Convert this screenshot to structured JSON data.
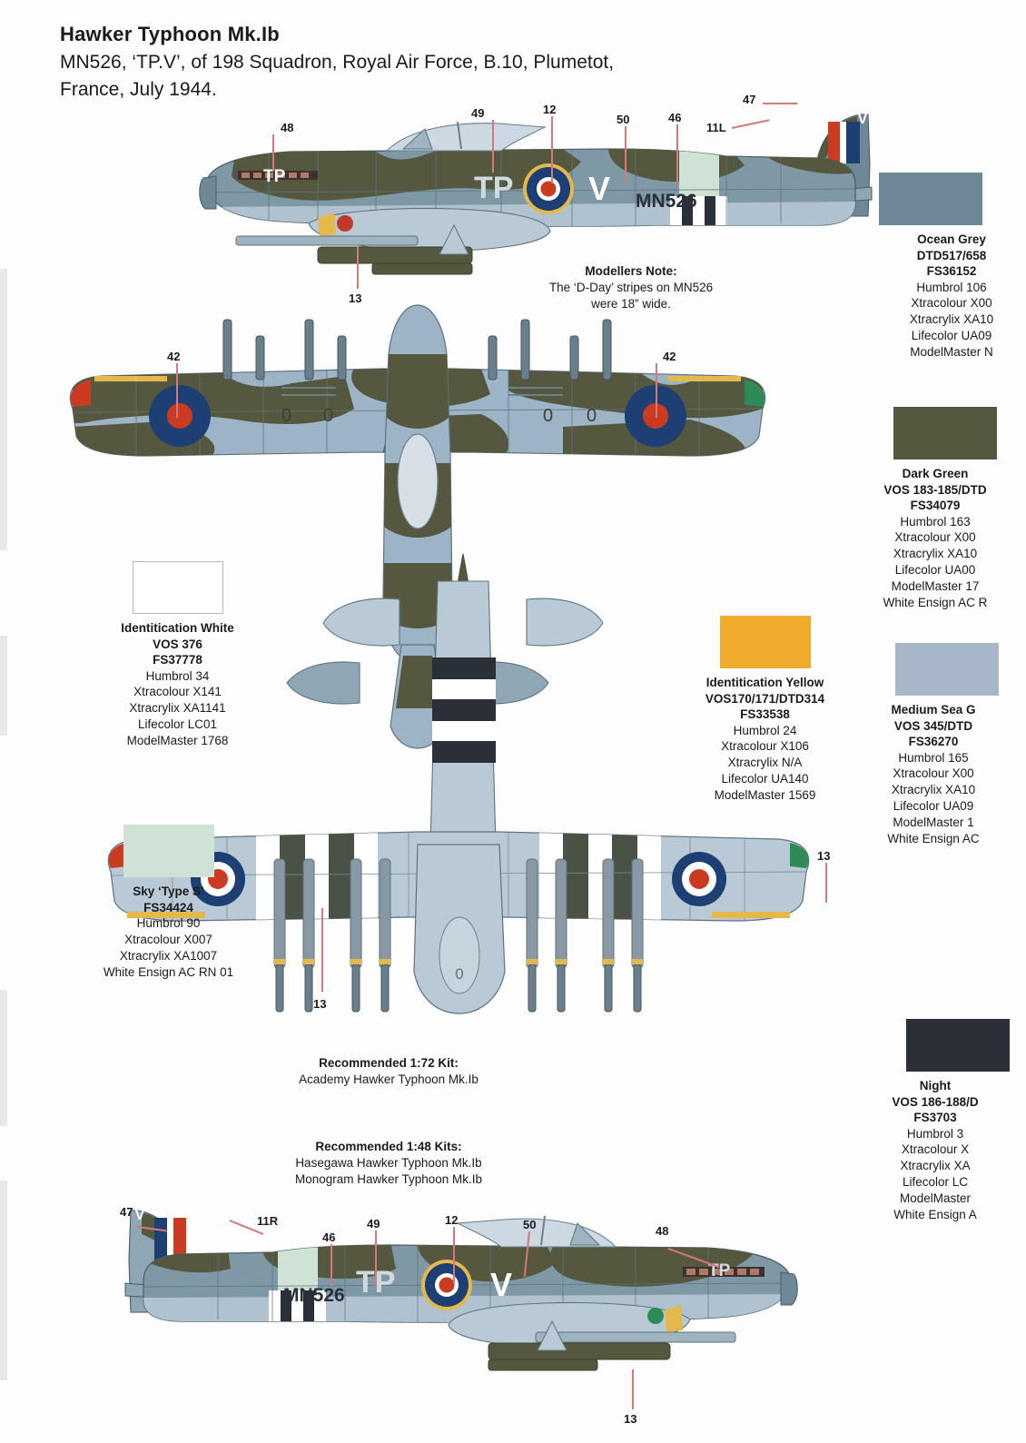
{
  "header": {
    "title": "Hawker Typhoon Mk.Ib",
    "subtitle_line1": "MN526, ‘TP.V’, of 198 Squadron, Royal Air Force, B.10, Plumetot,",
    "subtitle_line2": "France, July 1944."
  },
  "modellers_note": {
    "heading": "Modellers Note:",
    "line1": "The ‘D-Day’ stripes on MN526",
    "line2": "were 18” wide."
  },
  "kits": {
    "kit72_heading": "Recommended 1:72 Kit:",
    "kit72_line1": "Academy Hawker Typhoon Mk.Ib",
    "kit48_heading": "Recommended 1:48 Kits:",
    "kit48_line1": "Hasegawa Hawker Typhoon Mk.Ib",
    "kit48_line2": "Monogram Hawker Typhoon Mk.Ib"
  },
  "colors": {
    "ocean_grey": "#6e8897",
    "dark_green": "#55583f",
    "medium_sea_grey": "#a7b6c8",
    "night": "#2b3038",
    "identification_white": "#ffffff",
    "identification_yellow": "#f0ab2c",
    "sky_type_s": "#cfe2d6",
    "roundel_blue": "#1d3f74",
    "roundel_red": "#cb3b22",
    "leader_line": "#d4787a"
  },
  "swatches": [
    {
      "id": "identification-white",
      "name": "Identitication White",
      "spec1": "VOS 376",
      "spec2": "FS37778",
      "brands": [
        "Humbrol 34",
        "Xtracolour X141",
        "Xtracrylix XA1141",
        "Lifecolor LC01",
        "ModelMaster 1768"
      ],
      "swatch_color": "#ffffff"
    },
    {
      "id": "sky-type-s",
      "name": "Sky ‘Type S’",
      "spec1": "FS34424",
      "spec2": "",
      "brands": [
        "Humbrol 90",
        "Xtracolour X007",
        "Xtracrylix XA1007",
        "White Ensign AC RN 01"
      ],
      "swatch_color": "#cfe2d6"
    },
    {
      "id": "identification-yellow",
      "name": "Identitication Yellow",
      "spec1": "VOS170/171/DTD314",
      "spec2": "FS33538",
      "brands": [
        "Humbrol 24",
        "Xtracolour X106",
        "Xtracrylix N/A",
        "Lifecolor UA140",
        "ModelMaster 1569"
      ],
      "swatch_color": "#f0ab2c"
    },
    {
      "id": "ocean-grey",
      "name": "Ocean Grey",
      "spec1": "DTD517/658",
      "spec2": "FS36152",
      "brands": [
        "Humbrol 106",
        "Xtracolour X00",
        "Xtracrylix XA10",
        "Lifecolor UA09",
        "ModelMaster N"
      ],
      "swatch_color": "#6e8897"
    },
    {
      "id": "dark-green",
      "name": "Dark Green",
      "spec1": "VOS 183-185/DTD",
      "spec2": "FS34079",
      "brands": [
        "Humbrol 163",
        "Xtracolour X00",
        "Xtracrylix XA10",
        "Lifecolor UA00",
        "ModelMaster 17",
        "White Ensign AC R"
      ],
      "swatch_color": "#55583f"
    },
    {
      "id": "medium-sea-grey",
      "name": "Medium Sea G",
      "spec1": "VOS 345/DTD",
      "spec2": "FS36270",
      "brands": [
        "Humbrol 165",
        "Xtracolour X00",
        "Xtracrylix XA10",
        "Lifecolor UA09",
        "ModelMaster 1",
        "White Ensign AC"
      ],
      "swatch_color": "#a7b6c8"
    },
    {
      "id": "night",
      "name": "Night",
      "spec1": "VOS 186-188/D",
      "spec2": "FS3703",
      "brands": [
        "Humbrol 3",
        "Xtracolour X",
        "Xtracrylix XA",
        "Lifecolor LC",
        "ModelMaster",
        "White Ensign A"
      ],
      "swatch_color": "#2b3038"
    }
  ],
  "callouts": {
    "profile_top": [
      "48",
      "49",
      "12",
      "50",
      "46",
      "47",
      "11L",
      "13"
    ],
    "plan_top": [
      "42",
      "42"
    ],
    "plan_bottom": [
      "13",
      "13"
    ],
    "profile_bottom": [
      "47",
      "11R",
      "46",
      "49",
      "12",
      "50",
      "48",
      "13"
    ]
  },
  "markings": {
    "code_letters": "TP",
    "individual_letter": "V",
    "serial": "MN526",
    "fin_letter": "V"
  }
}
